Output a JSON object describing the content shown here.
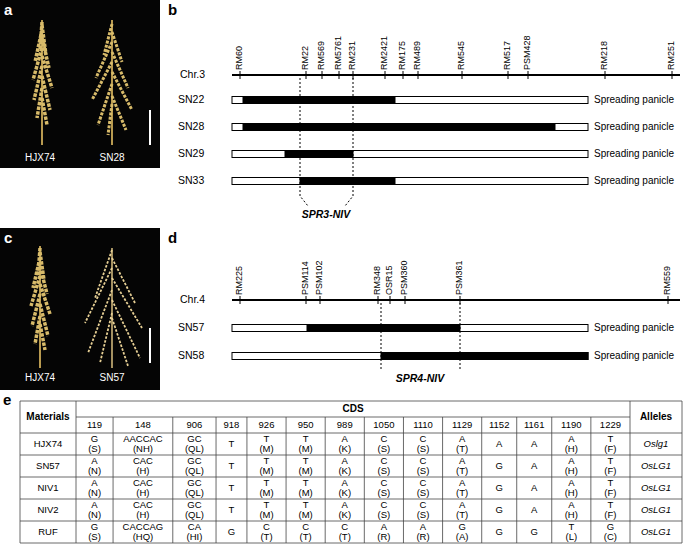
{
  "diagram": {
    "labels": [
      "a",
      "HJX74",
      "SN28",
      "b",
      "RM60",
      "RM22",
      "RM569",
      "RM5761",
      "RM231",
      "RM2421",
      "RM175",
      "RM489",
      "RM545",
      "RM517",
      "PSM428",
      "RM218",
      "RM251",
      "Chr.3",
      "SN22",
      "Spreading panicle",
      "SN28",
      "Spreading panicle",
      "SN29",
      "Spreading panicle",
      "SN33",
      "Spreading panicle",
      "SPR3-NIV",
      "c",
      "HJX74",
      "SN57",
      "d",
      "RM225",
      "PSM114",
      "PSM102",
      "RM348",
      "OSR15",
      "PSM360",
      "PSM361",
      "RM559",
      "Chr.4",
      "SN57",
      "Spreading panicle",
      "SN58",
      "Spreading panicle",
      "SPR4-NIV",
      "e",
      "Materials",
      "CDS",
      "119",
      "148",
      "906",
      "918",
      "926",
      "950",
      "989",
      "1050",
      "1110",
      "1129",
      "1152",
      "1161",
      "1190",
      "1229",
      "Alleles",
      "HJX74",
      "G (S)",
      "AACCAC (NH)",
      "GC (QL)",
      "T",
      "T (M)",
      "T (M)",
      "A (K)",
      "C (S)",
      "C (S)",
      "A (T)",
      "A",
      "A",
      "A (H)",
      "T (F)",
      "Oslg1",
      "SN57",
      "A (N)",
      "CAC (H)",
      "GC (QL)",
      "T",
      "T (M)",
      "T (M)",
      "A (K)",
      "C (S)",
      "C (S)",
      "A (T)",
      "G",
      "A",
      "A (H)",
      "T (F)",
      "OsLG1",
      "NIV1",
      "A (N)",
      "CAC (H)",
      "GC (QL)",
      "T",
      "T (M)",
      "T (M)",
      "A (K)",
      "C (S)",
      "C (S)",
      "A (T)",
      "G",
      "A",
      "A (H)",
      "T (F)",
      "OsLG1",
      "NIV2",
      "A (N)",
      "CAC (H)",
      "GC (QL)",
      "T",
      "T (M)",
      "T (M)",
      "A (K)",
      "C (S)",
      "C (S)",
      "A (T)",
      "G",
      "A",
      "A (H)",
      "T (F)",
      "OsLG1",
      "RUF",
      "G (S)",
      "CACCAG (HQ)",
      "CA (HI)",
      "G",
      "C (T)",
      "C (T)",
      "C (T)",
      "A (R)",
      "A (R)",
      "G (A)",
      "G",
      "G",
      "T (L)",
      "G (C)",
      "OsLG1"
    ]
  }
}
